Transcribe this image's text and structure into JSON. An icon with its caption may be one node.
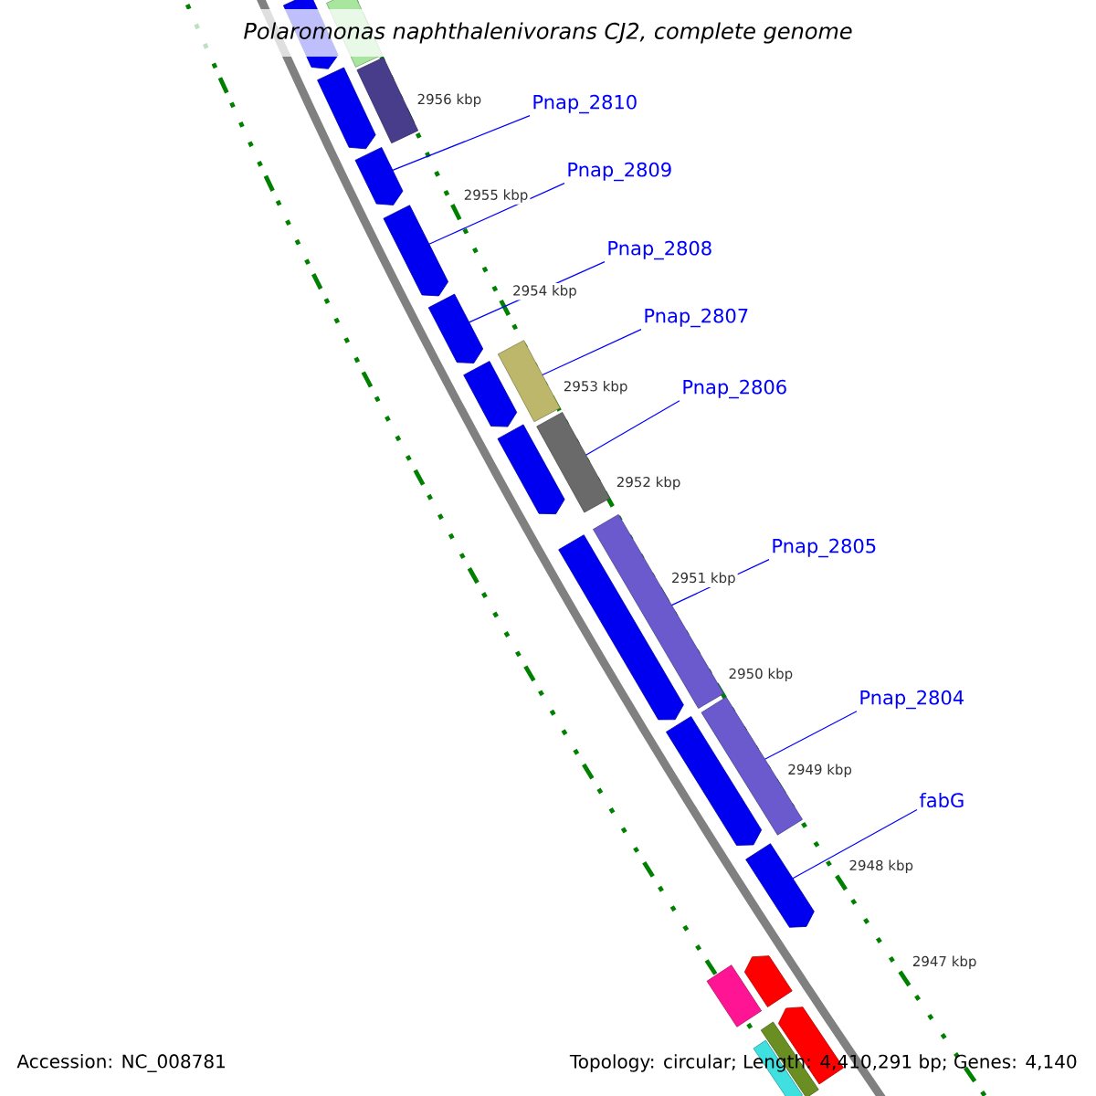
{
  "diagram": {
    "title": "Polaromonas naphthalenivorans CJ2, complete genome",
    "nodes": [
      {
        "text": [
          "Pnap_2810"
        ]
      },
      {
        "text": [
          "Pnap_2809"
        ]
      },
      {
        "text": [
          "Pnap_2808"
        ]
      },
      {
        "text": [
          "Pnap_2807"
        ]
      },
      {
        "text": [
          "Pnap_2806"
        ]
      },
      {
        "text": [
          "Pnap_2805"
        ]
      },
      {
        "text": [
          "Pnap_2804"
        ]
      },
      {
        "text": [
          "fabG"
        ]
      },
      {
        "text": [],
        "shape": "arrow"
      },
      {
        "text": [],
        "shape": "bar"
      },
      {
        "text": [],
        "shape": "arrow"
      },
      {
        "text": [],
        "shape": "bar"
      },
      {
        "text": [],
        "shape": "arrow"
      },
      {
        "text": [],
        "shape": "arrow"
      },
      {
        "text": [],
        "shape": "arrow"
      },
      {
        "text": [],
        "shape": "arrow"
      },
      {
        "text": [],
        "shape": "bar"
      },
      {
        "text": [],
        "shape": "arrow"
      },
      {
        "text": [],
        "shape": "bar"
      },
      {
        "text": [],
        "shape": "arrow"
      },
      {
        "text": [],
        "shape": "bar"
      },
      {
        "text": [],
        "shape": "arrow"
      },
      {
        "text": [],
        "shape": "bar"
      },
      {
        "text": [],
        "shape": "arrow"
      },
      {
        "text": [],
        "shape": "bar"
      },
      {
        "text": [],
        "shape": "arrow"
      },
      {
        "text": [],
        "shape": "arrow"
      },
      {
        "text": [],
        "shape": "bar"
      },
      {
        "text": [],
        "shape": "bar"
      }
    ],
    "edges": [
      {
        "from": 0,
        "to": 12,
        "arrow": "none"
      },
      {
        "from": 1,
        "to": 13,
        "arrow": "none"
      },
      {
        "from": 2,
        "to": 14,
        "arrow": "none"
      },
      {
        "from": 3,
        "to": 16,
        "arrow": "none"
      },
      {
        "from": 4,
        "to": 18,
        "arrow": "none"
      },
      {
        "from": 5,
        "to": 20,
        "arrow": "none"
      },
      {
        "from": 6,
        "to": 22,
        "arrow": "none"
      },
      {
        "from": 7,
        "to": 23,
        "arrow": "none"
      }
    ],
    "labels": [
      "2956 kbp",
      "2955 kbp",
      "2954 kbp",
      "2953 kbp",
      "2952 kbp",
      "2951 kbp",
      "2950 kbp",
      "2949 kbp",
      "2948 kbp",
      "2947 kbp",
      "Accession: NC_008781",
      "Topology: circular; Length: 4,410,291 bp; Genes: 4,140"
    ]
  }
}
